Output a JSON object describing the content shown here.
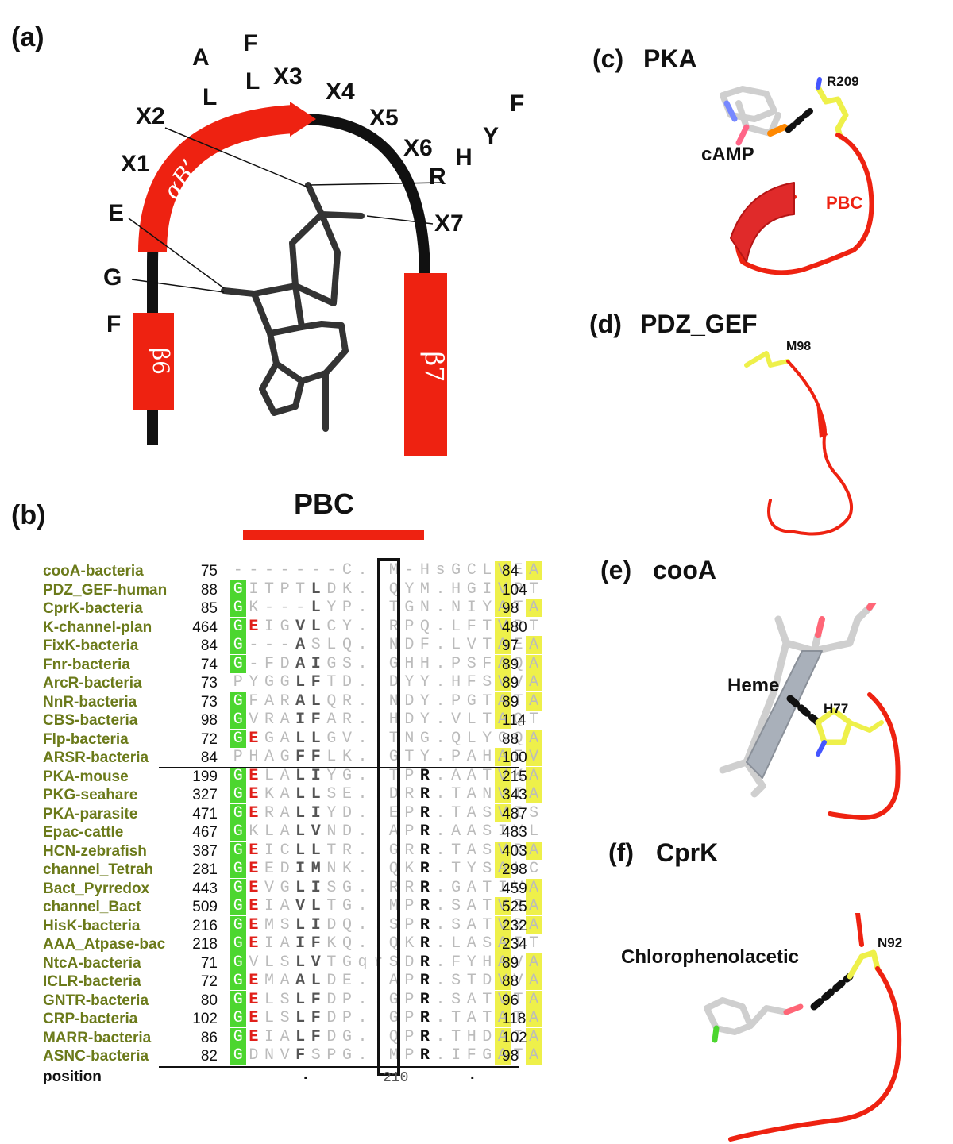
{
  "panels": {
    "a": {
      "letter": "(a)"
    },
    "b": {
      "letter": "(b)",
      "pbc_label": "PBC",
      "position_label": "position",
      "position_tick": "210",
      "dot": "."
    },
    "c": {
      "letter": "(c)",
      "title": "PKA",
      "residue": "R209",
      "ligand": "cAMP",
      "region": "PBC"
    },
    "d": {
      "letter": "(d)",
      "title": "PDZ_GEF",
      "residue": "M98"
    },
    "e": {
      "letter": "(e)",
      "title": "cooA",
      "residue": "H77",
      "ligand": "Heme"
    },
    "f": {
      "letter": "(f)",
      "title": "CprK",
      "residue": "N92",
      "ligand": "Chlorophenolacetic"
    }
  },
  "arc_labels": {
    "A": "A",
    "L1": "L",
    "F1": "F",
    "L2": "L",
    "X1": "X1",
    "X2": "X2",
    "X3": "X3",
    "X4": "X4",
    "X5": "X5",
    "X6": "X6",
    "X7": "X7",
    "E": "E",
    "G": "G",
    "F2": "F",
    "R": "R",
    "H": "H",
    "Y": "Y",
    "F3": "F",
    "helix": "αB’",
    "b6": "β6",
    "b7": "β7"
  },
  "sequences": [
    {
      "name": "cooA-bacteria",
      "start": "75",
      "end": "84",
      "seq": "-------C..M-HsGCLVEA"
    },
    {
      "name": "PDZ_GEF-human",
      "start": "88",
      "end": "104",
      "seq": "GITPTLDK..QYM.HGIVRT"
    },
    {
      "name": "CprK-bacteria",
      "start": "85",
      "end": "98",
      "seq": "GK---LYP..TGN.NIYATA"
    },
    {
      "name": "K-channel-plan",
      "start": "464",
      "end": "480",
      "seq": "GEIGVLCY..RPQ.LFTVRT"
    },
    {
      "name": "FixK-bacteria",
      "start": "84",
      "end": "97",
      "seq": "G---ASLQ..NDF.LVTAEA"
    },
    {
      "name": "Fnr-bacteria",
      "start": "74",
      "end": "89",
      "seq": "G-FDAIGS..GHH.PSFAQA"
    },
    {
      "name": "ArcR-bacteria",
      "start": "73",
      "end": "89",
      "seq": "PYGGLFTD..DYY.HFSVVA"
    },
    {
      "name": "NnR-bacteria",
      "start": "73",
      "end": "89",
      "seq": "GFARALQR..NDY.PGTATA"
    },
    {
      "name": "CBS-bacteria",
      "start": "98",
      "end": "114",
      "seq": "GVRAIFAR..HDY.VLTAQT"
    },
    {
      "name": "Flp-bacteria",
      "start": "72",
      "end": "88",
      "seq": "GEGALLGV..TNG.QLYGQA"
    },
    {
      "name": "ARSR-bacteria",
      "start": "84",
      "end": "100",
      "seq": "PHAGFFLK..GTY.PAHAEV"
    },
    {
      "name": "PKA-mouse",
      "start": "199",
      "end": "215",
      "seq": "GELALIYG..TPR.AATVKA"
    },
    {
      "name": "PKG-seahare",
      "start": "327",
      "end": "343",
      "seq": "GEKALLSE..DRR.TANVIA"
    },
    {
      "name": "PKA-parasite",
      "start": "471",
      "end": "487",
      "seq": "GERALIYD..EPR.TASVIS"
    },
    {
      "name": "Epac-cattle",
      "start": "467",
      "end": "483",
      "seq": "GKLALVND..APR.AASIVL"
    },
    {
      "name": "HCN-zebrafish",
      "start": "387",
      "end": "403",
      "seq": "GEICLLTR..GRR.TASVRA"
    },
    {
      "name": "channel_Tetrah",
      "start": "281",
      "end": "298",
      "seq": "GEEDIMNK..QKR.TYSALC"
    },
    {
      "name": "Bact_Pyrredox",
      "start": "443",
      "end": "459",
      "seq": "GEVGLISG..RRR.GATIVA"
    },
    {
      "name": "channel_Bact",
      "start": "509",
      "end": "525",
      "seq": "GEIAVLTG..MPR.SATVRA"
    },
    {
      "name": "HisK-bacteria",
      "start": "216",
      "end": "232",
      "seq": "GEMSLIDQ..SPR.SATVRA"
    },
    {
      "name": "AAA_Atpase-bac",
      "start": "218",
      "end": "234",
      "seq": "GEIAIFKQ..QKR.LASAIT"
    },
    {
      "name": "NtcA-bacteria",
      "start": "71",
      "end": "89",
      "seq": "GVLSLVTGqrSDR.FYHAVA"
    },
    {
      "name": "ICLR-bacteria",
      "start": "72",
      "end": "88",
      "seq": "GEMAALDE..APR.STDVVA"
    },
    {
      "name": "GNTR-bacteria",
      "start": "80",
      "end": "96",
      "seq": "GELSLFDP..GPR.SATVTA"
    },
    {
      "name": "CRP-bacteria",
      "start": "102",
      "end": "118",
      "seq": "GELSLFDP..GPR.TATATA"
    },
    {
      "name": "MARR-bacteria",
      "start": "86",
      "end": "102",
      "seq": "GEIALFDG..QPR.THDAIA"
    },
    {
      "name": "ASNC-bacteria",
      "start": "82",
      "end": "98",
      "seq": "GDNVFSPG..MPR.IFGATA"
    }
  ],
  "colors": {
    "red": "#ee2211",
    "green": "#4cd62f",
    "yellow": "#eef04a",
    "olive": "#6b7a1a",
    "black": "#111111",
    "grey": "#c8c8c8"
  }
}
